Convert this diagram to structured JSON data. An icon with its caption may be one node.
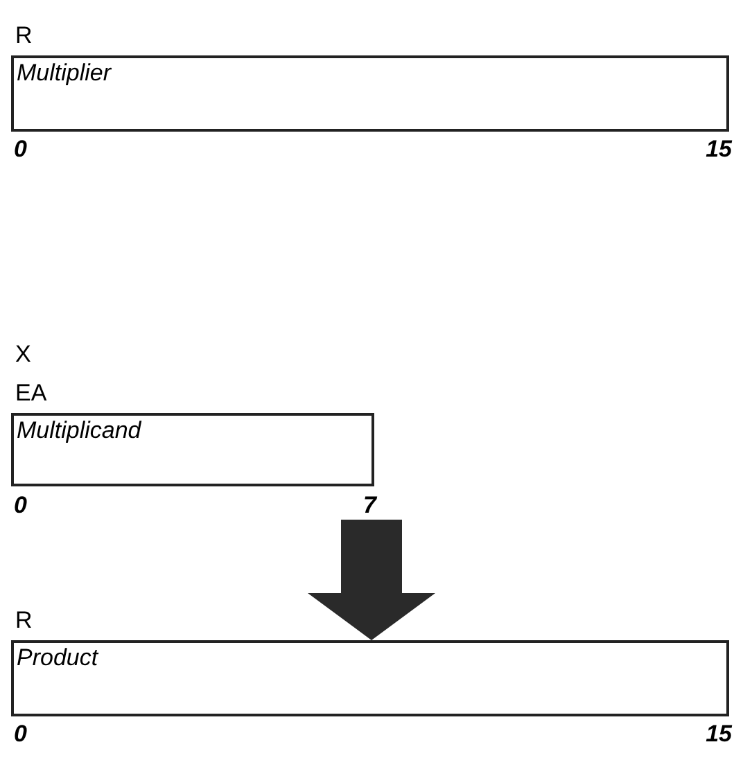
{
  "diagram": {
    "nodes": [
      {
        "text": [
          "R",
          "Multiplier"
        ]
      },
      {
        "text": [
          "X",
          "EA",
          "Multiplicand"
        ]
      },
      {
        "text": [
          "R",
          "Product"
        ]
      }
    ],
    "edges": [
      {
        "from": 1,
        "to": 2,
        "arrow": "to",
        "style": "thick"
      }
    ],
    "labels": [
      "0",
      "15",
      "0",
      "7",
      "0",
      "15"
    ]
  }
}
